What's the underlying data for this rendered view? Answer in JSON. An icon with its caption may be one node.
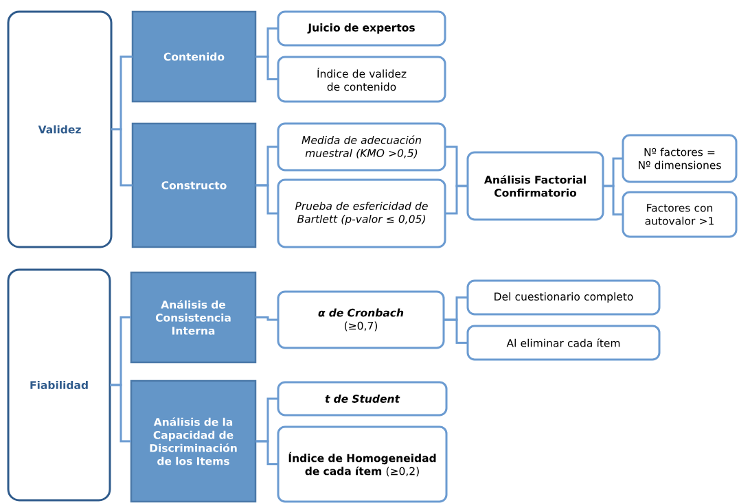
{
  "diagram": {
    "nodes": [
      {
        "text": [
          "Validez"
        ]
      },
      {
        "text": [
          "Contenido"
        ]
      },
      {
        "text": [
          "Juicio de expertos"
        ]
      },
      {
        "text": [
          "Índice de validez de contenido"
        ]
      },
      {
        "text": [
          "Constructo"
        ]
      },
      {
        "text": [
          "Medida de adecuación muestral (KMO >0,5)"
        ]
      },
      {
        "text": [
          "Prueba de esfericidad de Bartlett (p-valor ≤ 0,05)"
        ]
      },
      {
        "text": [
          "Análisis Factorial Confirmatorio"
        ]
      },
      {
        "text": [
          "Nº factores = Nº dimensiones"
        ]
      },
      {
        "text": [
          "Factores con autovalor >1"
        ]
      },
      {
        "text": [
          "Fiabilidad"
        ]
      },
      {
        "text": [
          "Análisis de Consistencia Interna"
        ]
      },
      {
        "text": [
          "α de Cronbach",
          "(≥0,7)"
        ]
      },
      {
        "text": [
          "Análisis de la Capacidad de Discriminación de los Items"
        ]
      },
      {
        "text": [
          "t de Student"
        ]
      },
      {
        "text": [
          "**Índice de Homogeneidad de cada ítem** (≥0,2)"
        ]
      },
      {
        "text": [
          "Del cuestionario completo"
        ]
      },
      {
        "text": [
          "Al eliminar cada ítem"
        ]
      }
    ],
    "edges": [
      {
        "from": 0,
        "to": 1,
        "arrow": "none"
      },
      {
        "from": 0,
        "to": 4,
        "arrow": "none"
      },
      {
        "from": 1,
        "to": 2,
        "arrow": "none"
      },
      {
        "from": 1,
        "to": 3,
        "arrow": "none"
      },
      {
        "from": 4,
        "to": 5,
        "arrow": "none"
      },
      {
        "from": 4,
        "to": 6,
        "arrow": "none"
      },
      {
        "from": 5,
        "to": 7,
        "arrow": "none"
      },
      {
        "from": 6,
        "to": 7,
        "arrow": "none"
      },
      {
        "from": 7,
        "to": 8,
        "arrow": "none"
      },
      {
        "from": 7,
        "to": 9,
        "arrow": "none"
      },
      {
        "from": 10,
        "to": 11,
        "arrow": "none"
      },
      {
        "from": 10,
        "to": 13,
        "arrow": "none"
      },
      {
        "from": 11,
        "to": 12,
        "arrow": "none"
      },
      {
        "from": 12,
        "to": 16,
        "arrow": "none"
      },
      {
        "from": 12,
        "to": 17,
        "arrow": "none"
      },
      {
        "from": 13,
        "to": 14,
        "arrow": "none"
      },
      {
        "from": 13,
        "to": 15,
        "arrow": "none"
      }
    ]
  }
}
